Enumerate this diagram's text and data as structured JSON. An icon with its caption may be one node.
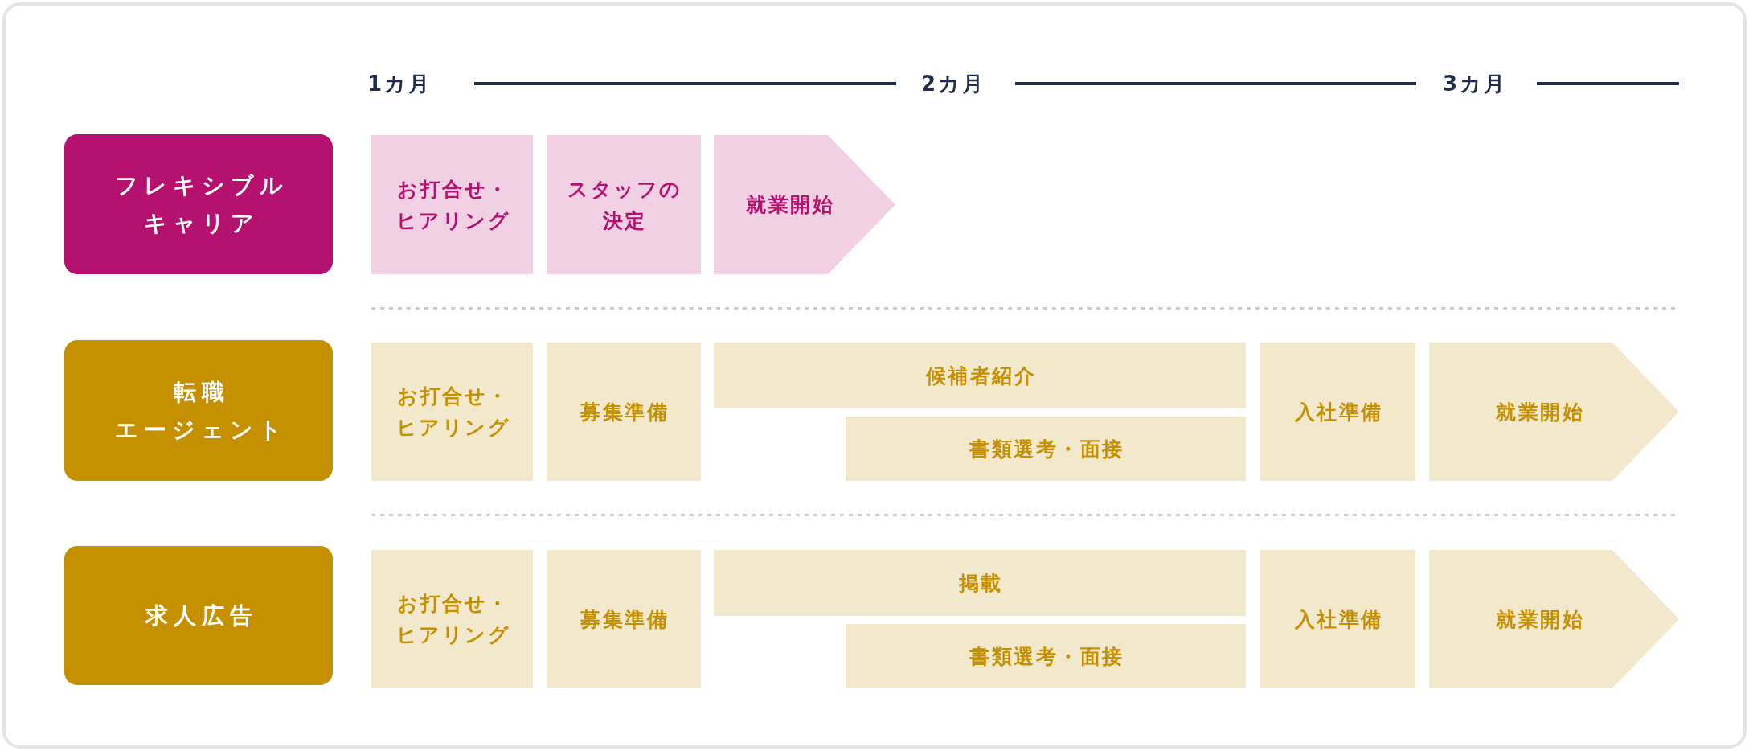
{
  "diagram": {
    "nodes": [
      {
        "text": [
          "フレキシブルキャリア"
        ]
      },
      {
        "text": [
          "お打合せ・ヒアリング"
        ]
      },
      {
        "text": [
          "スタッフの決定"
        ]
      },
      {
        "text": [
          "就業開始"
        ]
      },
      {
        "text": [
          "転職エージェント"
        ]
      },
      {
        "text": [
          "お打合せ・ヒアリング"
        ]
      },
      {
        "text": [
          "募集準備"
        ]
      },
      {
        "text": [
          "候補者紹介"
        ]
      },
      {
        "text": [
          "書類選考・面接"
        ]
      },
      {
        "text": [
          "入社準備"
        ]
      },
      {
        "text": [
          "就業開始"
        ]
      },
      {
        "text": [
          "求人広告"
        ]
      },
      {
        "text": [
          "お打合せ・ヒアリング"
        ]
      },
      {
        "text": [
          "募集準備"
        ]
      },
      {
        "text": [
          "掲載"
        ]
      },
      {
        "text": [
          "書類選考・面接"
        ]
      },
      {
        "text": [
          "入社準備"
        ]
      },
      {
        "text": [
          "就業開始"
        ]
      }
    ],
    "labels": [
      "1カ月",
      "2カ月",
      "3カ月"
    ]
  }
}
